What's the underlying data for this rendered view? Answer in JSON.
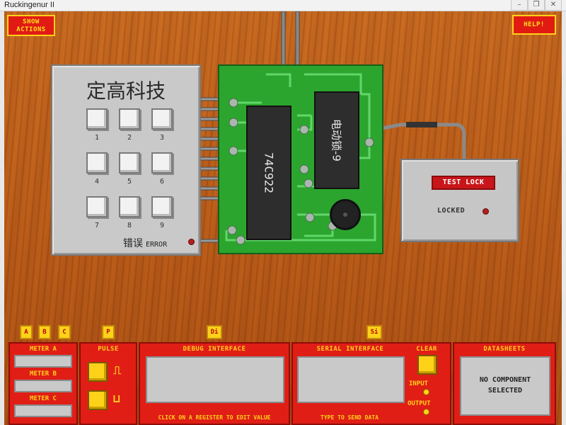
{
  "window": {
    "title": "Ruckingenur II",
    "controls": [
      "–",
      "❐",
      "✕"
    ]
  },
  "top_buttons": {
    "show_actions": "SHOW ACTIONS",
    "help": "HELP!"
  },
  "keypad": {
    "title": "定高科技",
    "keys": [
      "1",
      "2",
      "3",
      "4",
      "5",
      "6",
      "7",
      "8",
      "9"
    ],
    "error_label": "错误",
    "error_en": "ERROR"
  },
  "pcb": {
    "chip1_label": "74C922",
    "chip2_label": "电动锁-9"
  },
  "lock": {
    "test_button": "TEST LOCK",
    "locked_label": "LOCKED"
  },
  "bottom": {
    "tabs": {
      "a": "A",
      "b": "B",
      "c": "C",
      "p": "P",
      "di": "Di",
      "si": "Si"
    },
    "meters": {
      "a": "METER A",
      "b": "METER B",
      "c": "METER C"
    },
    "pulse": {
      "title": "PULSE",
      "high_wave": "⎍",
      "low_wave": "⊔"
    },
    "debug": {
      "title": "DEBUG INTERFACE",
      "hint": "CLICK ON A REGISTER TO EDIT VALUE"
    },
    "serial": {
      "title": "SERIAL INTERFACE",
      "clear": "CLEAR",
      "input": "INPUT",
      "output": "OUTPUT",
      "hint": "TYPE TO SEND DATA"
    },
    "datasheets": {
      "title": "DATASHEETS",
      "line1": "NO COMPONENT",
      "line2": "SELECTED"
    }
  },
  "colors": {
    "panel_red": "#e01e16",
    "accent_yellow": "#ffd21a",
    "pcb_green": "#2ba52e",
    "wood": "#c8691f"
  }
}
